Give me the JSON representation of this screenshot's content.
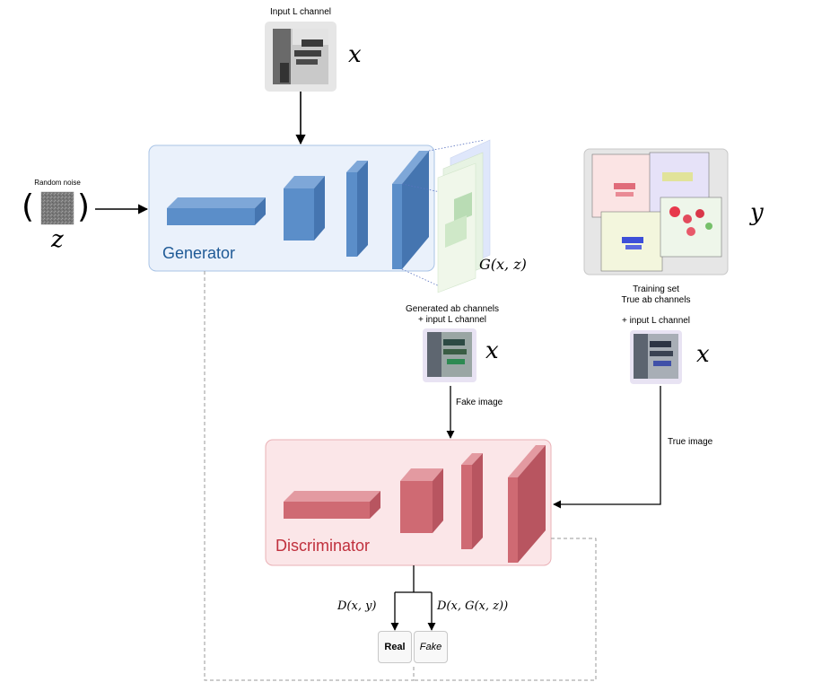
{
  "labels": {
    "input_l_channel": "Input L channel",
    "random_noise": "Random noise",
    "generator": "Generator",
    "discriminator": "Discriminator",
    "generated_line1": "Generated ab channels",
    "generated_line2": "+ input L channel",
    "training_line1": "Training set",
    "training_line2": "True ab channels",
    "training_line3": "+ input L channel",
    "fake_image": "Fake image",
    "true_image": "True image",
    "real": "Real",
    "fake": "Fake"
  },
  "math": {
    "x": "x",
    "z": "z",
    "y": "y",
    "g_of_xz": "G(x, z)",
    "d_of_xy": "D(x, y)",
    "d_of_x_gxz": "D(x, G(x, z))"
  },
  "paren": {
    "open": "(",
    "close": ")"
  },
  "colors": {
    "generator_fill": "#eaf1fb",
    "generator_stroke": "#a9c4e6",
    "generator_text": "#1f5a96",
    "layer_blue": "#5b8ec9",
    "discriminator_fill": "#fbe6e8",
    "discriminator_stroke": "#eab1b6",
    "discriminator_text": "#c0303d",
    "layer_red": "#cf6a73",
    "thumb_frame": "#e8e3f3",
    "training_frame": "#e6e6e6"
  }
}
